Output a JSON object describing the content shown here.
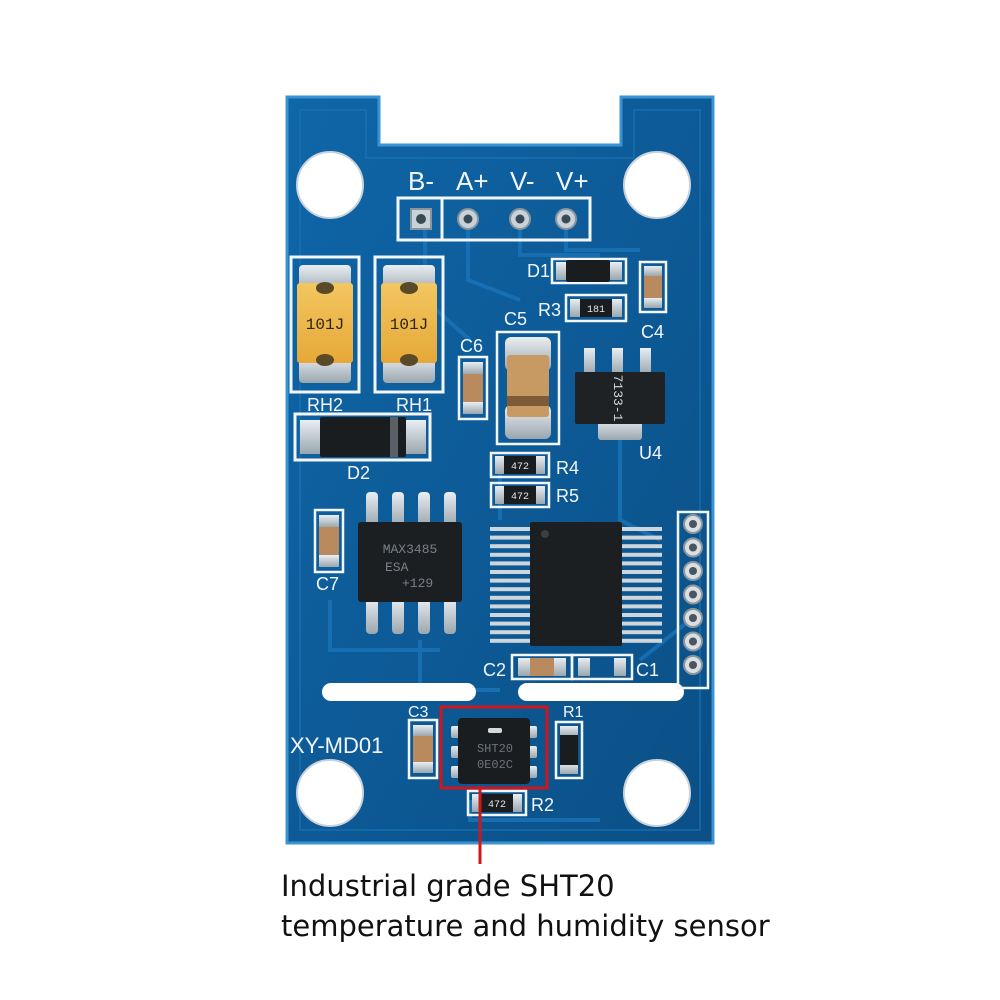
{
  "board": {
    "model": "XY-MD01",
    "terminal_labels": [
      "B-",
      "A+",
      "V-",
      "V+"
    ],
    "components": {
      "rh2": {
        "label": "RH2",
        "marking": "101J"
      },
      "rh1": {
        "label": "RH1",
        "marking": "101J"
      },
      "d1": "D1",
      "d2": "D2",
      "r1": "R1",
      "r2": "R2",
      "r3": "R3",
      "r4": "R4",
      "r5": "R5",
      "c1": "C1",
      "c2": "C2",
      "c3": "C3",
      "c4": "C4",
      "c5": "C5",
      "c6": "C6",
      "c7": "C7",
      "u4": "U4",
      "regulator_marking": "7133-1",
      "rs485_ic_marking": [
        "MAX3485",
        "ESA",
        "+129"
      ],
      "sensor_marking": [
        "SHT20",
        "0E02C"
      ],
      "resistor_marking": "472",
      "r3_marking": "181"
    }
  },
  "caption": {
    "line1": "Industrial grade SHT20",
    "line2": "temperature and humidity sensor"
  },
  "colors": {
    "pcb": "#0d5f9e",
    "pcb_edge": "#2f86c4",
    "silkscreen": "#f2f6fa",
    "highlight": "#d0161a",
    "background": "#ffffff"
  }
}
